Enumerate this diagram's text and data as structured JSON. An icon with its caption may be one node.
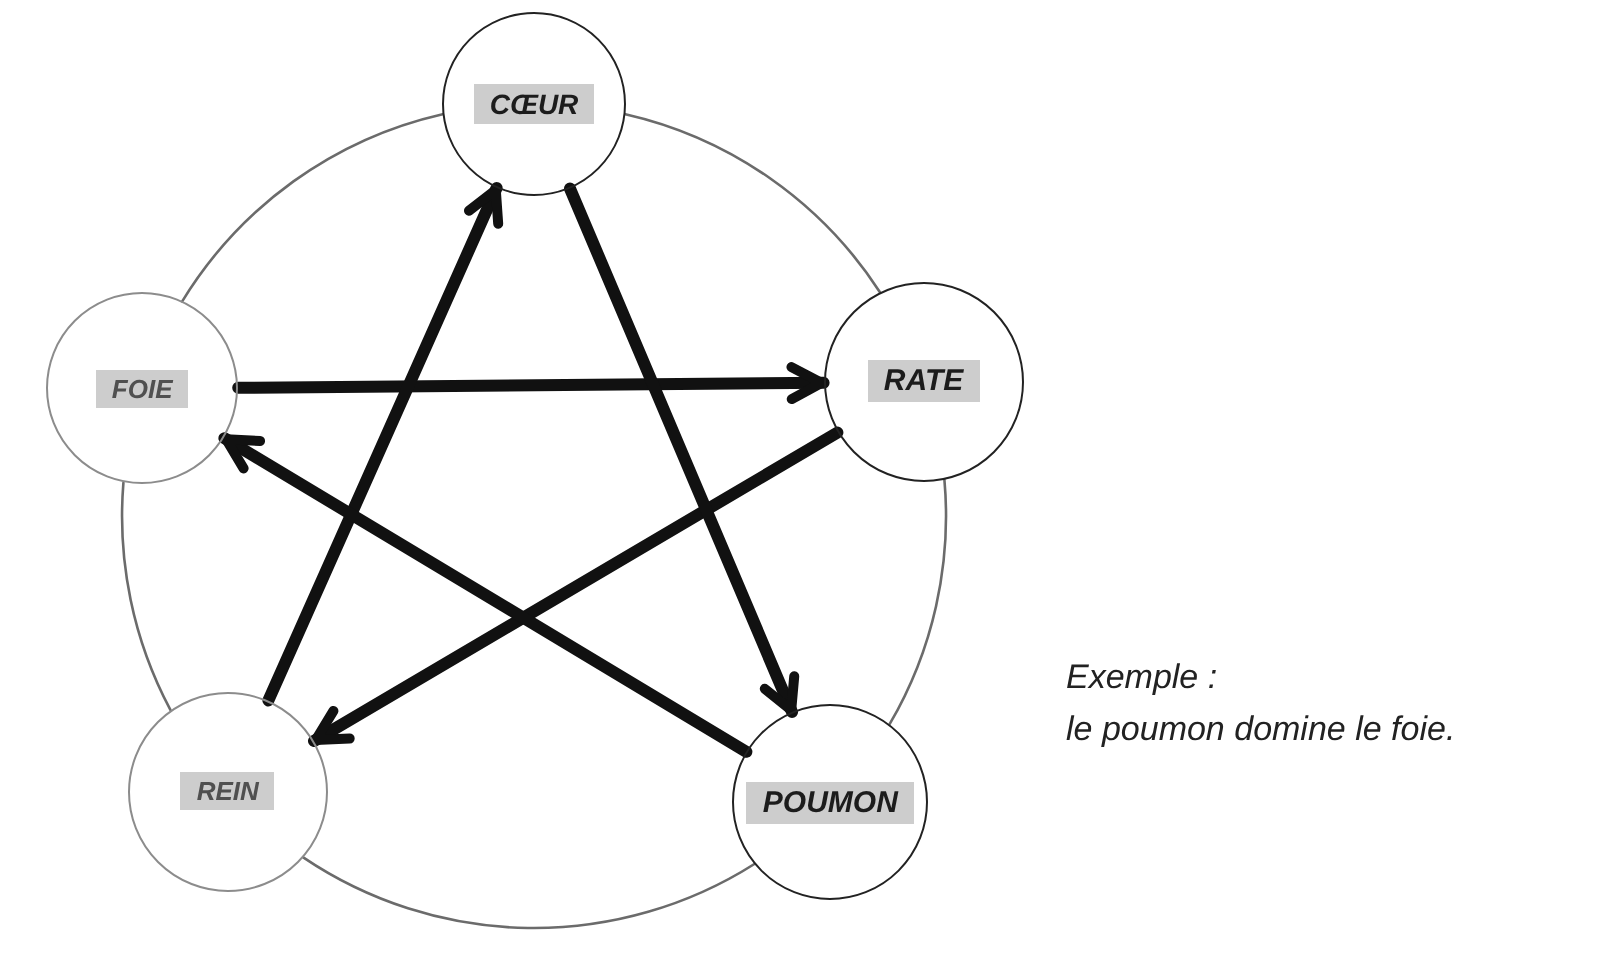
{
  "diagram": {
    "nodes": [
      {
        "text": [
          "CŒUR"
        ]
      },
      {
        "text": [
          "FOIE"
        ]
      },
      {
        "text": [
          "RATE"
        ]
      },
      {
        "text": [
          "REIN"
        ]
      },
      {
        "text": [
          "POUMON"
        ]
      }
    ],
    "edges": [
      {
        "from": 1,
        "to": 2,
        "arrow": "to",
        "style": "thick"
      },
      {
        "from": 2,
        "to": 3,
        "arrow": "to",
        "style": "thick"
      },
      {
        "from": 3,
        "to": 0,
        "arrow": "to",
        "style": "thick"
      },
      {
        "from": 0,
        "to": 4,
        "arrow": "to",
        "style": "thick"
      },
      {
        "from": 4,
        "to": 1,
        "arrow": "to",
        "style": "thick"
      },
      {
        "from": 0,
        "to": 2,
        "arrow": "none"
      },
      {
        "from": 2,
        "to": 4,
        "arrow": "none"
      },
      {
        "from": 4,
        "to": 3,
        "arrow": "none"
      },
      {
        "from": 3,
        "to": 1,
        "arrow": "none"
      },
      {
        "from": 1,
        "to": 0,
        "arrow": "none"
      }
    ],
    "labels": [
      "Exemple :",
      "le poumon domine le foie."
    ]
  }
}
